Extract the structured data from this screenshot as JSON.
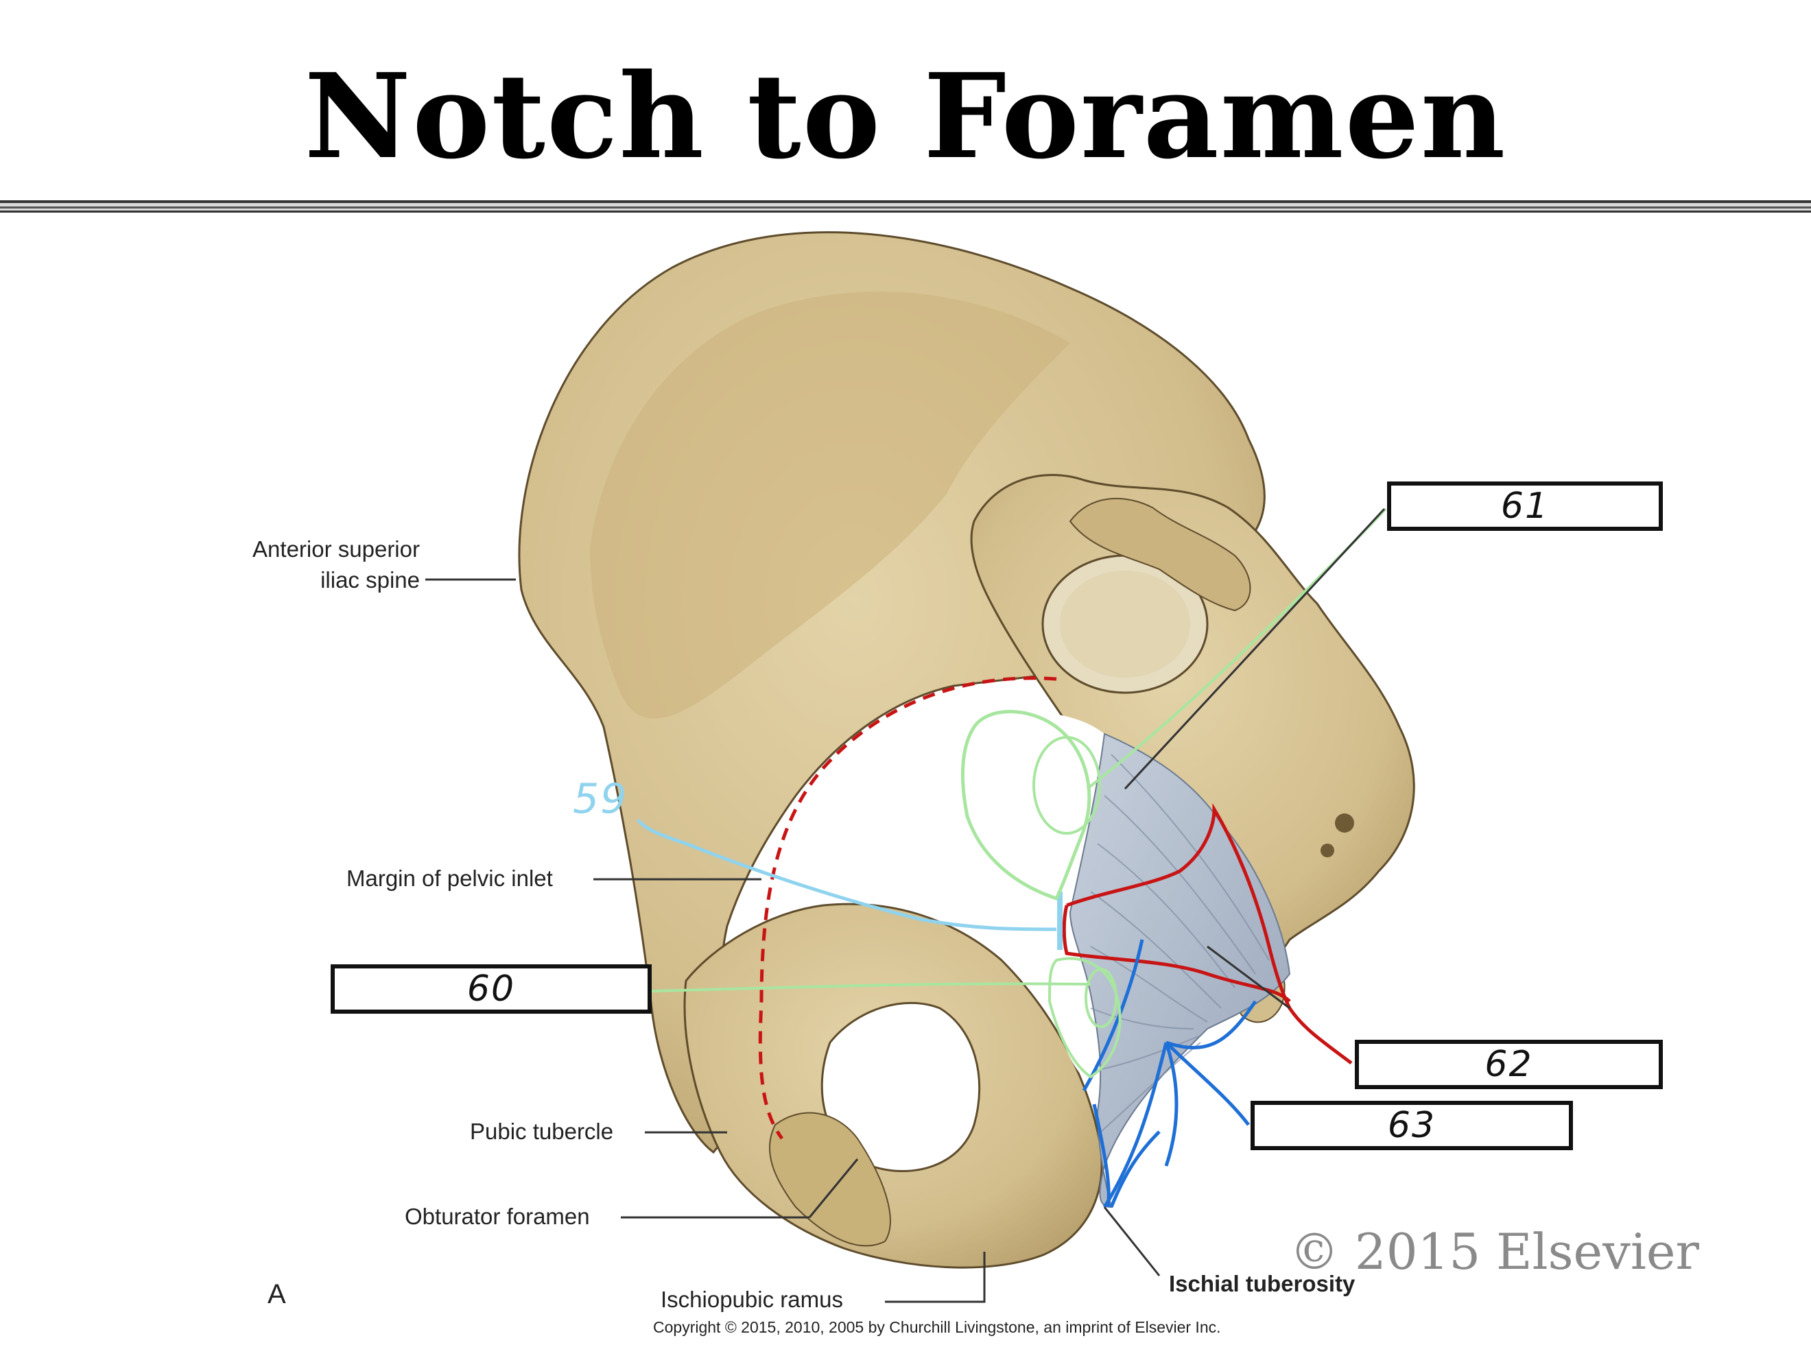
{
  "title": "Notch to Foramen",
  "labels": {
    "asis_line1": "Anterior superior",
    "asis_line2": "iliac spine",
    "pelvic_inlet": "Margin of pelvic inlet",
    "pubic_tubercle": "Pubic tubercle",
    "obturator_foramen": "Obturator foramen",
    "ischiopubic_ramus": "Ischiopubic ramus",
    "ischial_tuberosity": "Ischial tuberosity",
    "figure_letter": "A"
  },
  "answer_boxes": {
    "box_61": "61",
    "box_60": "60",
    "box_62": "62",
    "box_63": "63"
  },
  "annotation_59": "59",
  "watermark": "© 2015 Elsevier",
  "copyright": "Copyright © 2015, 2010, 2005 by Churchill Livingstone, an imprint of Elsevier Inc.",
  "colors": {
    "bone": "#d6c396",
    "bone_shadow": "#b9a26f",
    "ligament": "#a9b6c8",
    "red_outline": "#c81414",
    "blue_outline": "#1e6fd6",
    "green_outline": "#a8e6a0",
    "light_blue": "#8fd3ee"
  }
}
